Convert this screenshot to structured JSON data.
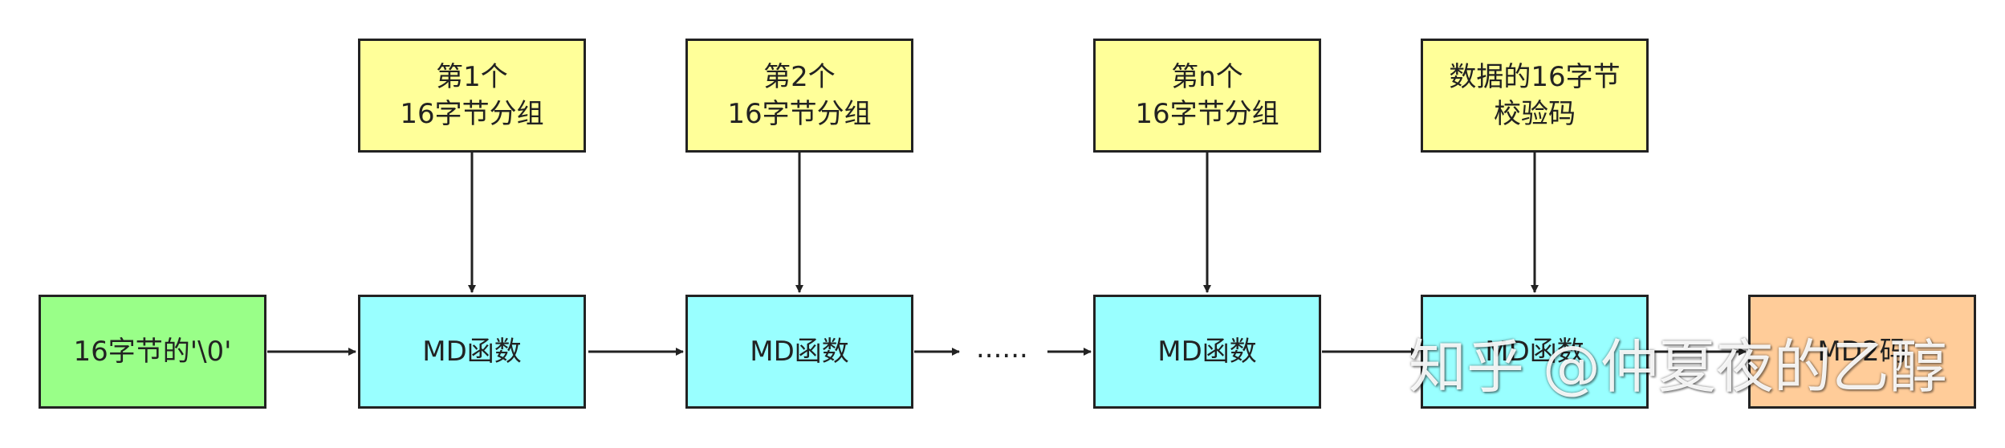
{
  "inputs": [
    {
      "line1": "第1个",
      "line2": "16字节分组"
    },
    {
      "line1": "第2个",
      "line2": "16字节分组"
    },
    {
      "line1": "第n个",
      "line2": "16字节分组"
    },
    {
      "line1": "数据的16字节",
      "line2": "校验码"
    }
  ],
  "start_label": "16字节的'\\0'",
  "md_label": "MD函数",
  "ellipsis": "......",
  "output_label": "MD2码",
  "watermark": "知乎 @仲夏夜的乙醇",
  "colors": {
    "input_fill": "#ffff99",
    "md_fill": "#99ffff",
    "start_fill": "#99ff88",
    "output_fill": "#ffcc99",
    "stroke": "#222222"
  }
}
